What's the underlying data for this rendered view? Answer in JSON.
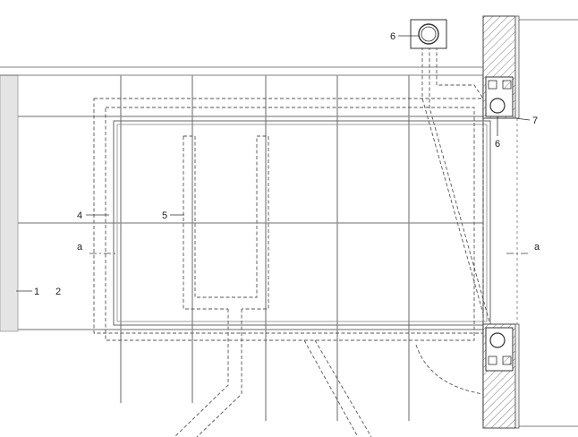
{
  "callouts": {
    "c1": "1",
    "c2": "2",
    "c4": "4",
    "c5": "5",
    "c6_top": "6",
    "c6_side": "6",
    "c7": "7"
  },
  "section_marks": {
    "left": "a",
    "right": "a"
  }
}
